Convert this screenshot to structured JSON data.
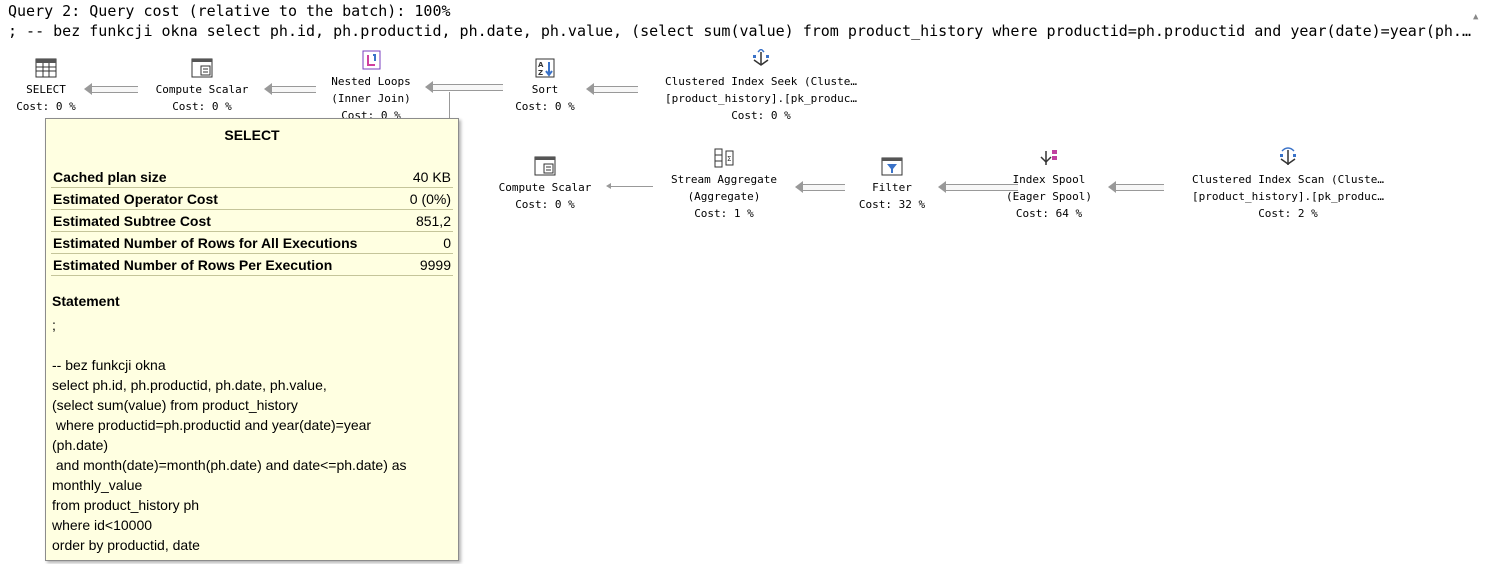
{
  "header": {
    "line1": "Query 2: Query cost (relative to the batch): 100%",
    "line2": "; -- bez funkcji okna select ph.id, ph.productid, ph.date, ph.value, (select sum(value) from product_history where productid=ph.productid and year(date)=year(ph.date) and month(date)=month(ph.date) and date<=ph.date) as monthly_value from product_history ph where id<10000 order by productid, date"
  },
  "plan_row1": {
    "select": {
      "name": "SELECT",
      "cost": "Cost: 0 %"
    },
    "compute_scalar": {
      "name": "Compute Scalar",
      "cost": "Cost: 0 %"
    },
    "nested_loops": {
      "name": "Nested Loops",
      "sub": "(Inner Join)",
      "cost": "Cost: 0 %"
    },
    "sort": {
      "name": "Sort",
      "cost": "Cost: 0 %"
    },
    "clustered_seek": {
      "name": "Clustered Index Seek (Cluste…",
      "sub": "[product_history].[pk_produc…",
      "cost": "Cost: 0 %"
    }
  },
  "plan_row2": {
    "compute_scalar": {
      "name": "Compute Scalar",
      "cost": "Cost: 0 %"
    },
    "stream_aggregate": {
      "name": "Stream Aggregate",
      "sub": "(Aggregate)",
      "cost": "Cost: 1 %"
    },
    "filter": {
      "name": "Filter",
      "cost": "Cost: 32 %"
    },
    "index_spool": {
      "name": "Index Spool",
      "sub": "(Eager Spool)",
      "cost": "Cost: 64 %"
    },
    "clustered_scan": {
      "name": "Clustered Index Scan (Cluste…",
      "sub": "[product_history].[pk_produc…",
      "cost": "Cost: 2 %"
    }
  },
  "tooltip": {
    "title": "SELECT",
    "rows": [
      {
        "label": "Cached plan size",
        "value": "40 KB"
      },
      {
        "label": "Estimated Operator Cost",
        "value": "0 (0%)"
      },
      {
        "label": "Estimated Subtree Cost",
        "value": "851,2"
      },
      {
        "label": "Estimated Number of Rows for All Executions",
        "value": "0"
      },
      {
        "label": "Estimated Number of Rows Per Execution",
        "value": "9999"
      }
    ],
    "statement_heading": "Statement",
    "statement": ";\n\n-- bez funkcji okna\nselect ph.id, ph.productid, ph.date, ph.value,\n(select sum(value) from product_history\n where productid=ph.productid and year(date)=year\n(ph.date)\n and month(date)=month(ph.date) and date<=ph.date) as\nmonthly_value\nfrom product_history ph\nwhere id<10000\norder by productid, date"
  }
}
